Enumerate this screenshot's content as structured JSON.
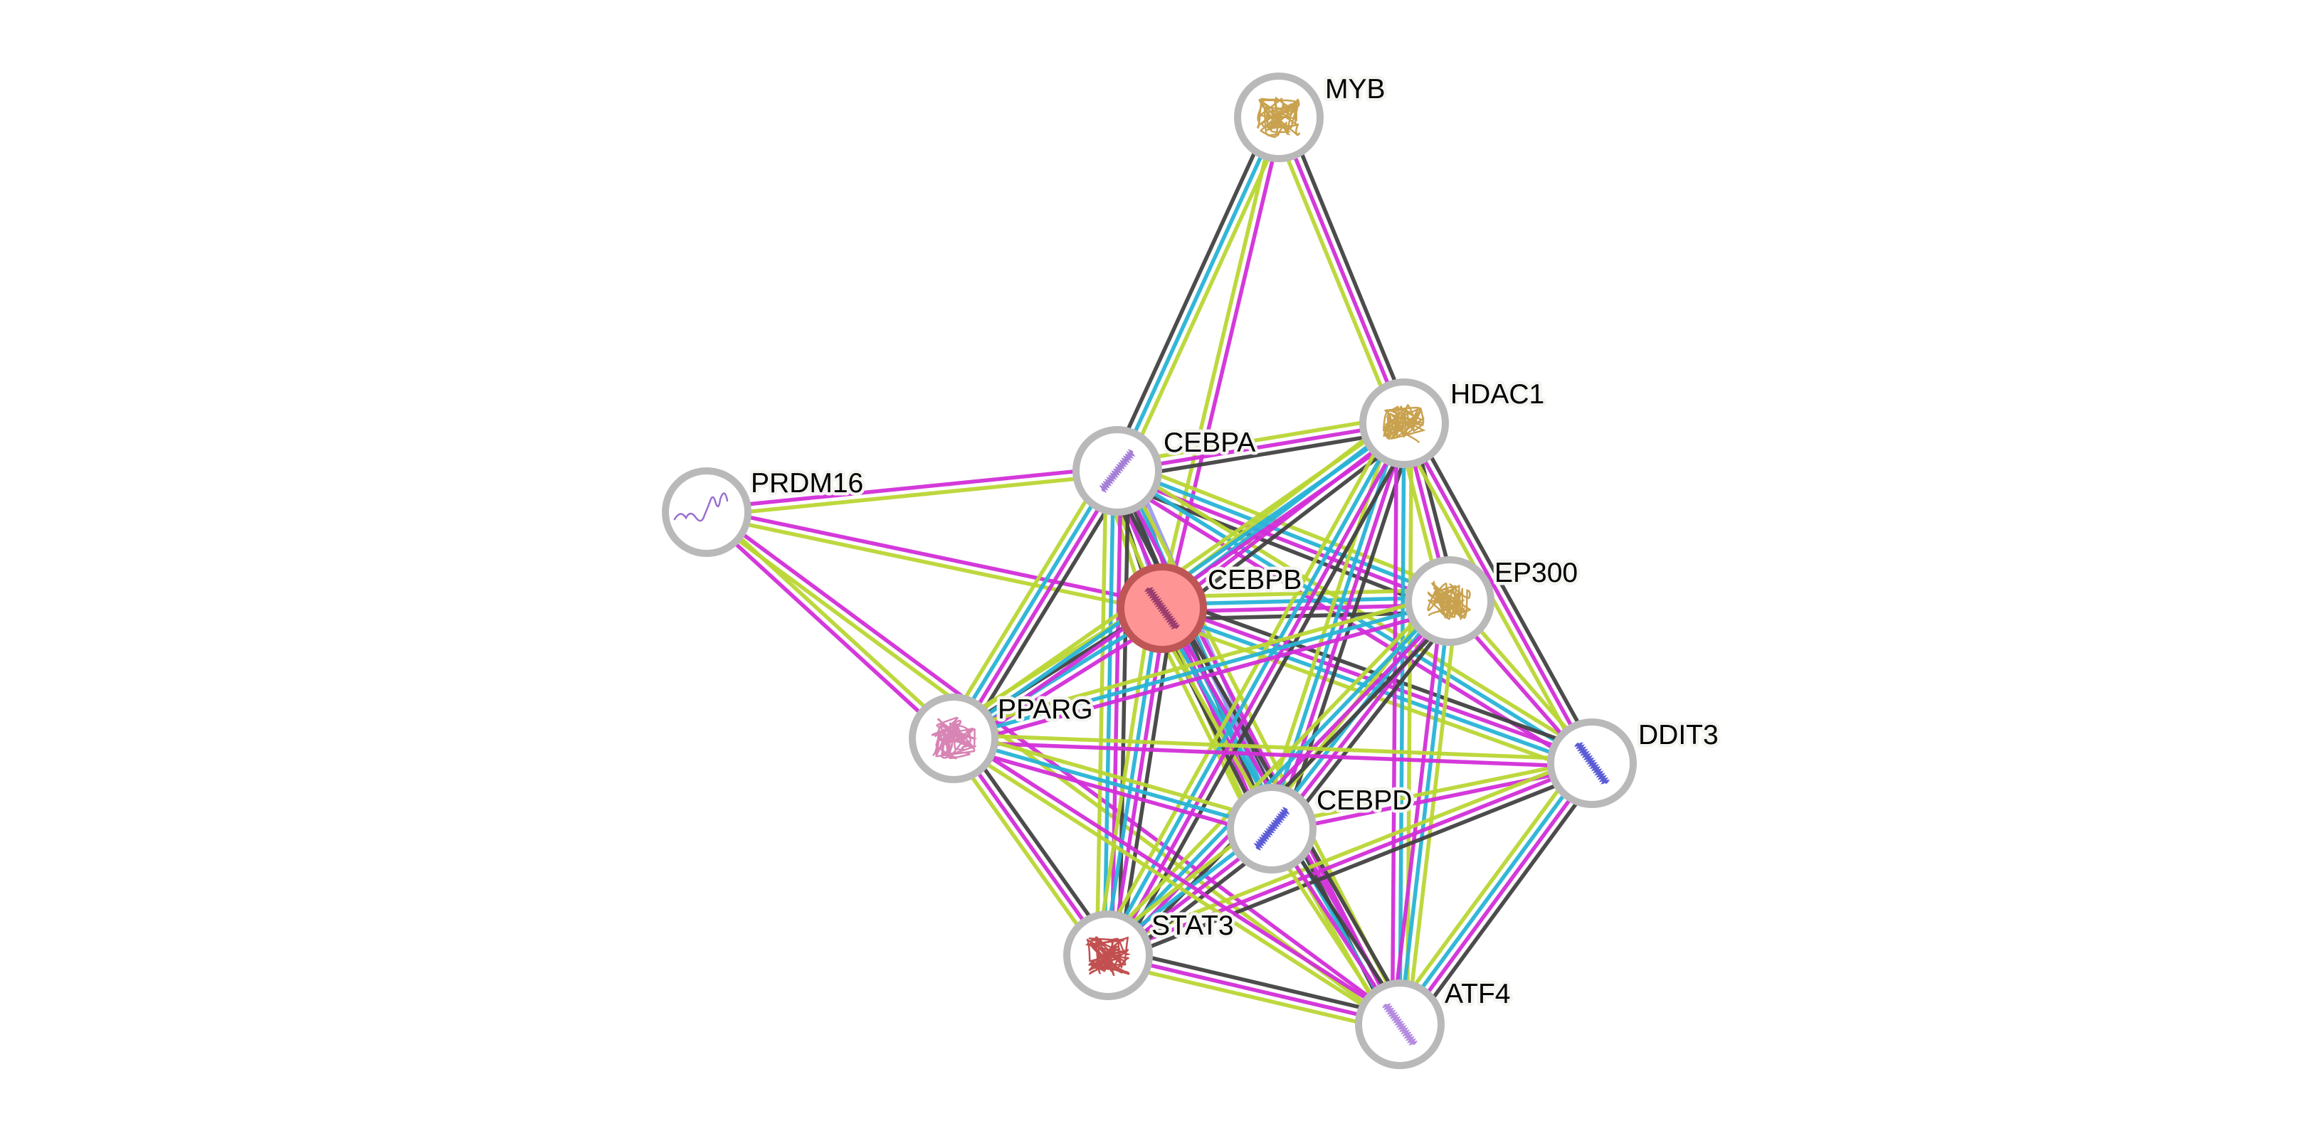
{
  "title": "Protein interaction network",
  "query_protein": "CEBPB",
  "edge_colors": {
    "database": "#29b4d6",
    "experiment": "#d22fd9",
    "textmining": "#bad634",
    "coexpression": "#434343",
    "homology": "#9d9dee"
  },
  "node_colors": {
    "query_fill": "#ff9494",
    "query_ring": "#bf5656",
    "ring": "#b9b9b9",
    "fill": "#ffffff"
  },
  "nodes": [
    {
      "id": "MYB",
      "label": "MYB",
      "structure_color": "#c9a24f",
      "structure": "globular"
    },
    {
      "id": "HDAC1",
      "label": "HDAC1",
      "structure_color": "#c9a24f",
      "structure": "globular"
    },
    {
      "id": "CEBPA",
      "label": "CEBPA",
      "structure_color": "#a57fd6",
      "structure": "helix"
    },
    {
      "id": "PRDM16",
      "label": "PRDM16",
      "structure_color": "#9a6fcf",
      "structure": "loose"
    },
    {
      "id": "CEBPB",
      "label": "CEBPB",
      "structure_color": "#9b3c6e",
      "structure": "helix",
      "query": true
    },
    {
      "id": "EP300",
      "label": "EP300",
      "structure_color": "#c9a24f",
      "structure": "globular"
    },
    {
      "id": "PPARG",
      "label": "PPARG",
      "structure_color": "#d884b4",
      "structure": "globular"
    },
    {
      "id": "DDIT3",
      "label": "DDIT3",
      "structure_color": "#5b5bd6",
      "structure": "helix"
    },
    {
      "id": "CEBPD",
      "label": "CEBPD",
      "structure_color": "#5b5bd6",
      "structure": "helix"
    },
    {
      "id": "STAT3",
      "label": "STAT3",
      "structure_color": "#c25050",
      "structure": "globular"
    },
    {
      "id": "ATF4",
      "label": "ATF4",
      "structure_color": "#b58be0",
      "structure": "helix"
    }
  ],
  "edges": [
    {
      "a": "MYB",
      "b": "CEBPA",
      "types": [
        "textmining",
        "database",
        "coexpression"
      ]
    },
    {
      "a": "MYB",
      "b": "CEBPB",
      "types": [
        "experiment",
        "textmining"
      ]
    },
    {
      "a": "MYB",
      "b": "HDAC1",
      "types": [
        "coexpression",
        "experiment",
        "textmining"
      ]
    },
    {
      "a": "PRDM16",
      "b": "CEBPA",
      "types": [
        "experiment",
        "textmining"
      ]
    },
    {
      "a": "PRDM16",
      "b": "CEBPB",
      "types": [
        "experiment",
        "textmining"
      ]
    },
    {
      "a": "PRDM16",
      "b": "PPARG",
      "types": [
        "textmining",
        "experiment"
      ]
    },
    {
      "a": "PRDM16",
      "b": "ATF4",
      "types": [
        "experiment",
        "textmining"
      ]
    },
    {
      "a": "CEBPA",
      "b": "HDAC1",
      "types": [
        "textmining",
        "experiment",
        "coexpression"
      ]
    },
    {
      "a": "CEBPA",
      "b": "CEBPB",
      "types": [
        "experiment",
        "database",
        "homology",
        "coexpression",
        "textmining"
      ]
    },
    {
      "a": "CEBPA",
      "b": "EP300",
      "types": [
        "textmining",
        "database",
        "experiment",
        "coexpression"
      ]
    },
    {
      "a": "CEBPA",
      "b": "DDIT3",
      "types": [
        "textmining",
        "database",
        "experiment"
      ]
    },
    {
      "a": "CEBPA",
      "b": "CEBPD",
      "types": [
        "homology",
        "database",
        "coexpression",
        "experiment",
        "textmining"
      ]
    },
    {
      "a": "CEBPA",
      "b": "PPARG",
      "types": [
        "coexpression",
        "experiment",
        "database",
        "textmining"
      ]
    },
    {
      "a": "CEBPA",
      "b": "STAT3",
      "types": [
        "coexpression",
        "experiment",
        "database",
        "textmining"
      ]
    },
    {
      "a": "CEBPA",
      "b": "ATF4",
      "types": [
        "textmining",
        "experiment",
        "coexpression"
      ]
    },
    {
      "a": "CEBPB",
      "b": "HDAC1",
      "types": [
        "textmining",
        "database",
        "experiment",
        "coexpression"
      ]
    },
    {
      "a": "CEBPB",
      "b": "EP300",
      "types": [
        "textmining",
        "database",
        "experiment",
        "coexpression"
      ]
    },
    {
      "a": "CEBPB",
      "b": "DDIT3",
      "types": [
        "coexpression",
        "experiment",
        "database",
        "textmining"
      ]
    },
    {
      "a": "CEBPB",
      "b": "CEBPD",
      "types": [
        "homology",
        "database",
        "experiment",
        "coexpression",
        "textmining"
      ]
    },
    {
      "a": "CEBPB",
      "b": "PPARG",
      "types": [
        "experiment",
        "database",
        "coexpression",
        "textmining"
      ]
    },
    {
      "a": "CEBPB",
      "b": "STAT3",
      "types": [
        "coexpression",
        "experiment",
        "database",
        "textmining"
      ]
    },
    {
      "a": "CEBPB",
      "b": "ATF4",
      "types": [
        "coexpression",
        "experiment",
        "database",
        "textmining"
      ]
    },
    {
      "a": "HDAC1",
      "b": "EP300",
      "types": [
        "coexpression",
        "experiment",
        "textmining"
      ]
    },
    {
      "a": "HDAC1",
      "b": "DDIT3",
      "types": [
        "coexpression",
        "experiment",
        "textmining"
      ]
    },
    {
      "a": "HDAC1",
      "b": "CEBPD",
      "types": [
        "coexpression",
        "experiment",
        "database",
        "textmining"
      ]
    },
    {
      "a": "HDAC1",
      "b": "PPARG",
      "types": [
        "experiment",
        "database",
        "textmining"
      ]
    },
    {
      "a": "HDAC1",
      "b": "STAT3",
      "types": [
        "coexpression",
        "experiment",
        "database",
        "textmining"
      ]
    },
    {
      "a": "HDAC1",
      "b": "ATF4",
      "types": [
        "textmining",
        "database",
        "experiment"
      ]
    },
    {
      "a": "EP300",
      "b": "DDIT3",
      "types": [
        "textmining",
        "experiment"
      ]
    },
    {
      "a": "EP300",
      "b": "CEBPD",
      "types": [
        "coexpression",
        "experiment",
        "database",
        "textmining"
      ]
    },
    {
      "a": "EP300",
      "b": "PPARG",
      "types": [
        "experiment",
        "database",
        "textmining"
      ]
    },
    {
      "a": "EP300",
      "b": "STAT3",
      "types": [
        "coexpression",
        "experiment",
        "database",
        "textmining"
      ]
    },
    {
      "a": "EP300",
      "b": "ATF4",
      "types": [
        "textmining",
        "database",
        "experiment"
      ]
    },
    {
      "a": "DDIT3",
      "b": "CEBPD",
      "types": [
        "experiment",
        "textmining"
      ]
    },
    {
      "a": "DDIT3",
      "b": "PPARG",
      "types": [
        "experiment",
        "textmining"
      ]
    },
    {
      "a": "DDIT3",
      "b": "STAT3",
      "types": [
        "coexpression",
        "experiment",
        "textmining"
      ]
    },
    {
      "a": "DDIT3",
      "b": "ATF4",
      "types": [
        "coexpression",
        "experiment",
        "database",
        "textmining"
      ]
    },
    {
      "a": "CEBPD",
      "b": "PPARG",
      "types": [
        "experiment",
        "database",
        "textmining"
      ]
    },
    {
      "a": "CEBPD",
      "b": "STAT3",
      "types": [
        "coexpression",
        "experiment",
        "database",
        "textmining"
      ]
    },
    {
      "a": "CEBPD",
      "b": "ATF4",
      "types": [
        "coexpression",
        "experiment",
        "textmining"
      ]
    },
    {
      "a": "PPARG",
      "b": "STAT3",
      "types": [
        "coexpression",
        "experiment",
        "textmining"
      ]
    },
    {
      "a": "PPARG",
      "b": "ATF4",
      "types": [
        "experiment",
        "textmining"
      ]
    },
    {
      "a": "STAT3",
      "b": "ATF4",
      "types": [
        "coexpression",
        "experiment",
        "textmining"
      ]
    }
  ]
}
